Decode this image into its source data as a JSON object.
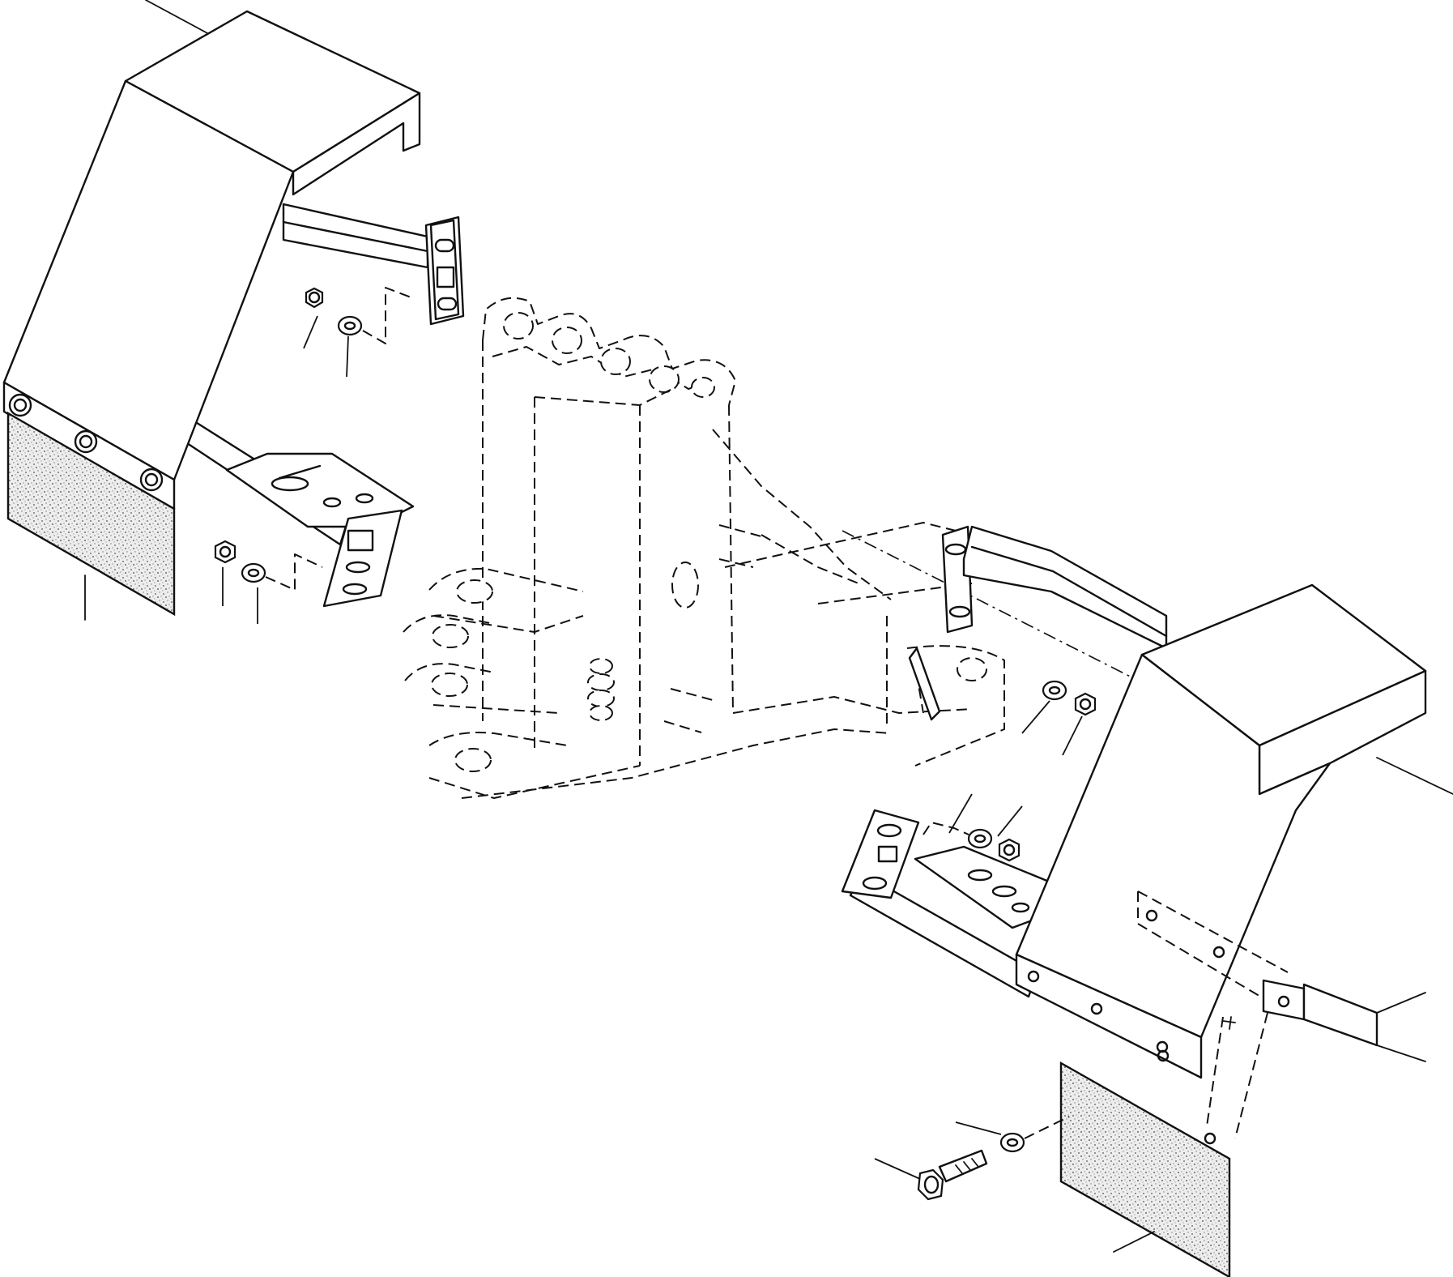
{
  "diagram": {
    "type": "exploded-parts-view",
    "components": [
      "mudguard-left",
      "mud-flap-left",
      "mounting-bracket-left-upper",
      "mounting-bracket-left-lower",
      "mudguard-right",
      "mud-flap-right",
      "mounting-bracket-right-upper",
      "mounting-bracket-right-lower",
      "axle-housing-dashed",
      "nuts",
      "washers",
      "bolt"
    ],
    "colors": {
      "line": "#111111",
      "paper": "#ffffff",
      "speckle": "#c8c8c8"
    }
  }
}
